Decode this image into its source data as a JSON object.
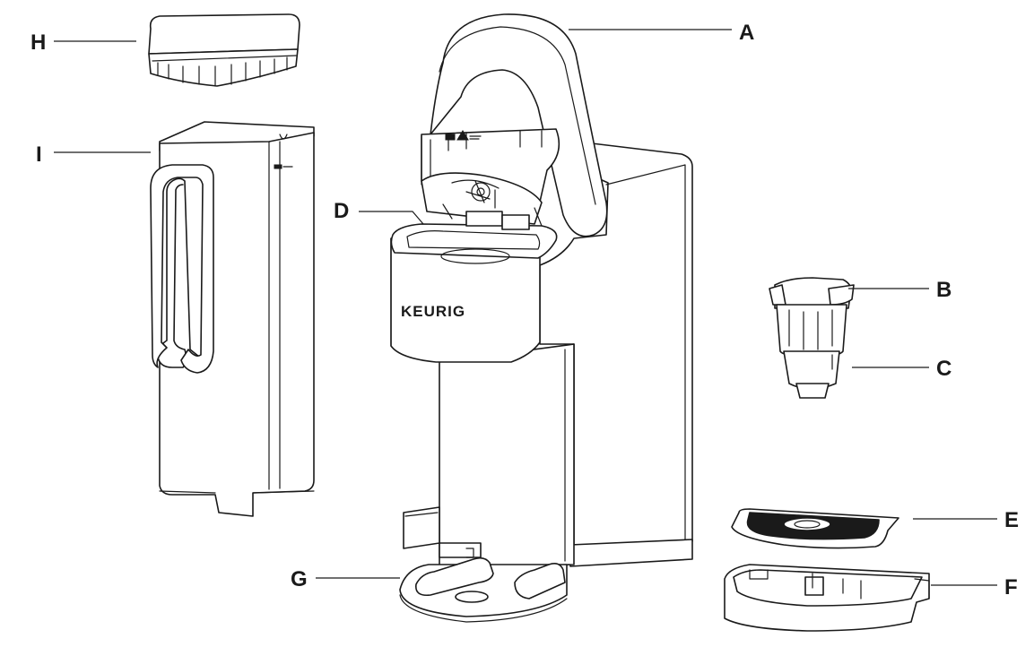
{
  "brand": "KEURIG",
  "labels": {
    "A": "A",
    "B": "B",
    "C": "C",
    "D": "D",
    "E": "E",
    "F": "F",
    "G": "G",
    "H": "H",
    "I": "I"
  },
  "colors": {
    "line": "#1a1a1a",
    "background": "#ffffff"
  }
}
